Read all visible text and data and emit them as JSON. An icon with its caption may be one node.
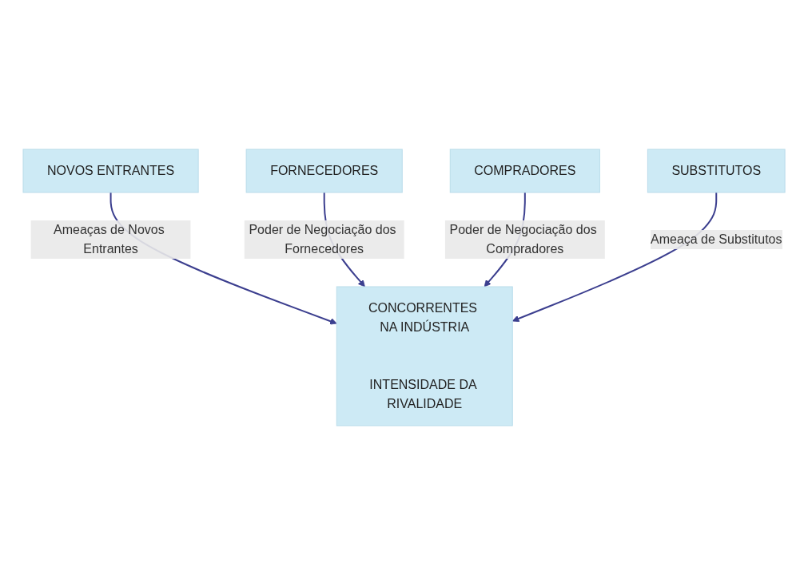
{
  "diagram": {
    "nodes": [
      {
        "text": [
          "NOVOS ENTRANTES"
        ]
      },
      {
        "text": [
          "FORNECEDORES"
        ]
      },
      {
        "text": [
          "CONCORRENTES NA INDÚSTRIA",
          "INTENSIDADE DA RIVALIDADE"
        ]
      },
      {
        "text": [
          "COMPRADORES"
        ]
      },
      {
        "text": [
          "SUBSTITUTOS"
        ]
      }
    ],
    "edges": [
      {
        "from": 0,
        "to": 2,
        "arrow": "to",
        "label": "Ameaças de Novos Entrantes"
      },
      {
        "from": 1,
        "to": 2,
        "arrow": "to",
        "label": "Poder de Negociação dos Fornecedores"
      },
      {
        "from": 3,
        "to": 2,
        "arrow": "to",
        "label": "Poder de Negociação dos Compradores"
      },
      {
        "from": 4,
        "to": 2,
        "arrow": "to",
        "label": "Ameaça de Substitutos"
      }
    ]
  }
}
